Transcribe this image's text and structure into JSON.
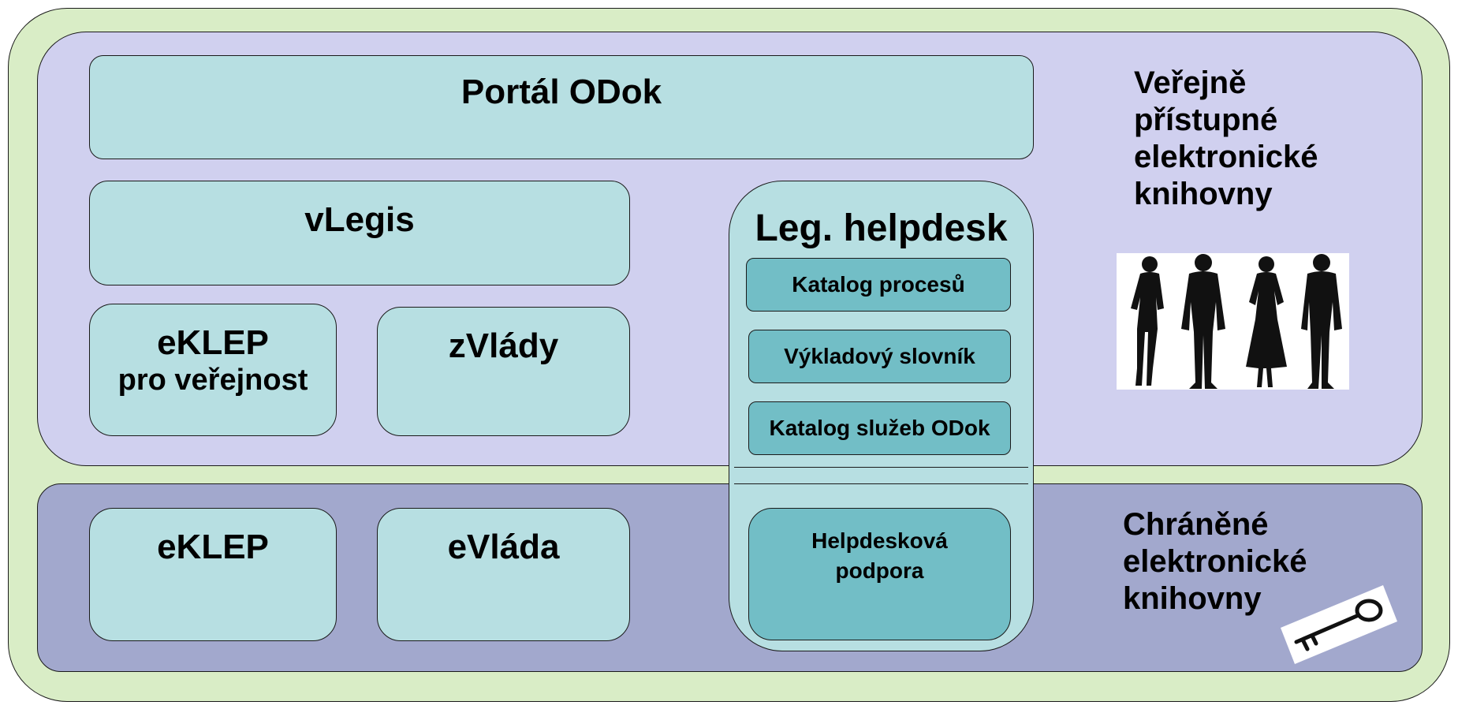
{
  "zones": {
    "public_label": [
      "Veřejně",
      "přístupné",
      "elektronické",
      "knihovny"
    ],
    "protected_label": [
      "Chráněné",
      "elektronické",
      "knihovny"
    ]
  },
  "boxes": {
    "portal": "Portál ODok",
    "vlegis": "vLegis",
    "eklep_public_line1": "eKLEP",
    "eklep_public_line2": "pro veřejnost",
    "zvlady": "zVlády",
    "eklep": "eKLEP",
    "evlada": "eVláda"
  },
  "helpdesk": {
    "title": "Leg. helpdesk",
    "items": [
      "Katalog procesů",
      "Výkladový slovník",
      "Katalog služeb ODok"
    ],
    "support_line1": "Helpdesková",
    "support_line2": "podpora"
  },
  "icons": [
    "people-silhouettes-icon",
    "key-icon"
  ],
  "colors": {
    "outer": "#d9edc6",
    "public_zone": "#d0d0ef",
    "protected_zone": "#a2a8cd",
    "box": "#b7dfe2",
    "box_dark": "#72bec6"
  }
}
